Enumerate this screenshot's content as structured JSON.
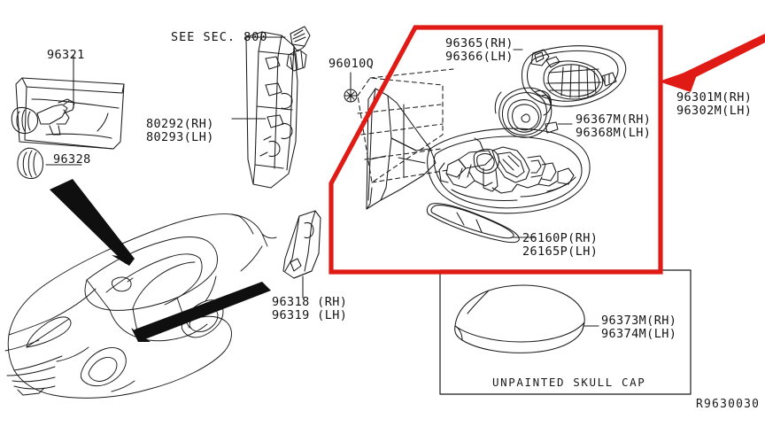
{
  "diagram": {
    "reference_code": "R9630030",
    "highlight_color": "#e01b16",
    "line_color": "#1a1a1a",
    "background": "#ffffff"
  },
  "labels": {
    "inside_mirror": "96321",
    "inside_mirror_cover": "96328",
    "see_section": "SEE SEC. 800",
    "cowl_trim": "80292(RH)\n80293(LH)",
    "mirror_clip": "96010Q",
    "mirror_glass": "96365(RH)\n96366(LH)",
    "mirror_actuator": "96367M(RH)\n96368M(LH)",
    "mirror_assembly": "96301M(RH)\n96302M(LH)",
    "turn_lamp": "26160P(RH)\n26165P(LH)",
    "corner_cover": "96318 (RH)\n96319 (LH)",
    "skull_cap": "96373M(RH)\n96374M(LH)",
    "skull_cap_caption": "UNPAINTED SKULL CAP"
  },
  "annotations": {
    "highlight_box_name": "door-mirror-assembly-highlight",
    "red_arrow_name": "callout-arrow"
  }
}
